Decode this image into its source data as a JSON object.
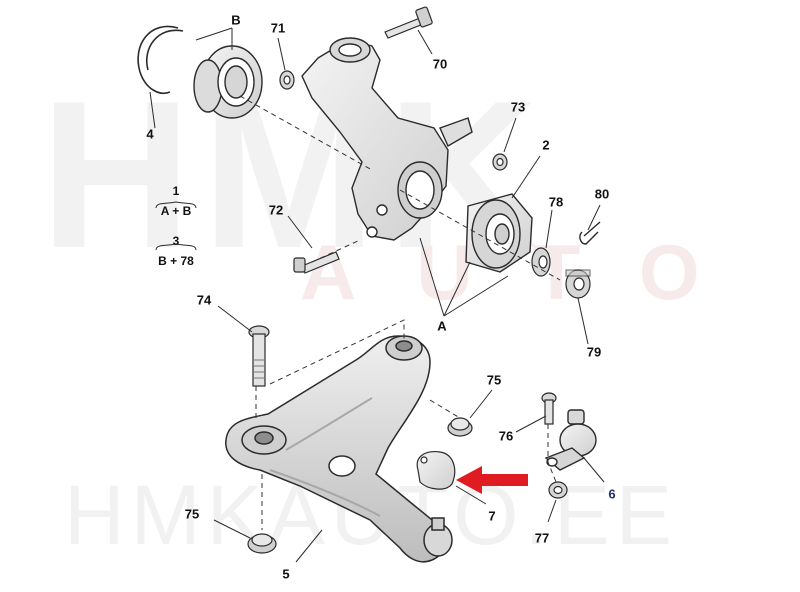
{
  "watermark": {
    "logo_text": "HMK",
    "sub_text": "AUTO",
    "footer_text": "HMKAUTO.EE"
  },
  "formulas": [
    {
      "top": "1",
      "bottom": "A + B"
    },
    {
      "top": "3",
      "bottom": "B + 78"
    }
  ],
  "callouts": {
    "n4": "4",
    "nB": "B",
    "n71": "71",
    "n70": "70",
    "n73": "73",
    "n2": "2",
    "n78": "78",
    "n80": "80",
    "n72": "72",
    "nA": "A",
    "n79": "79",
    "n74": "74",
    "n75a": "75",
    "n76": "76",
    "n6": "6",
    "n75b": "75",
    "n7": "7",
    "n77": "77",
    "n5": "5"
  },
  "colors": {
    "part_fill": "#e6e6e6",
    "part_shade": "#c8c8c8",
    "line": "#2b2b2b",
    "arrow": "#e01b22",
    "label_blue": "#1f2f6e"
  }
}
